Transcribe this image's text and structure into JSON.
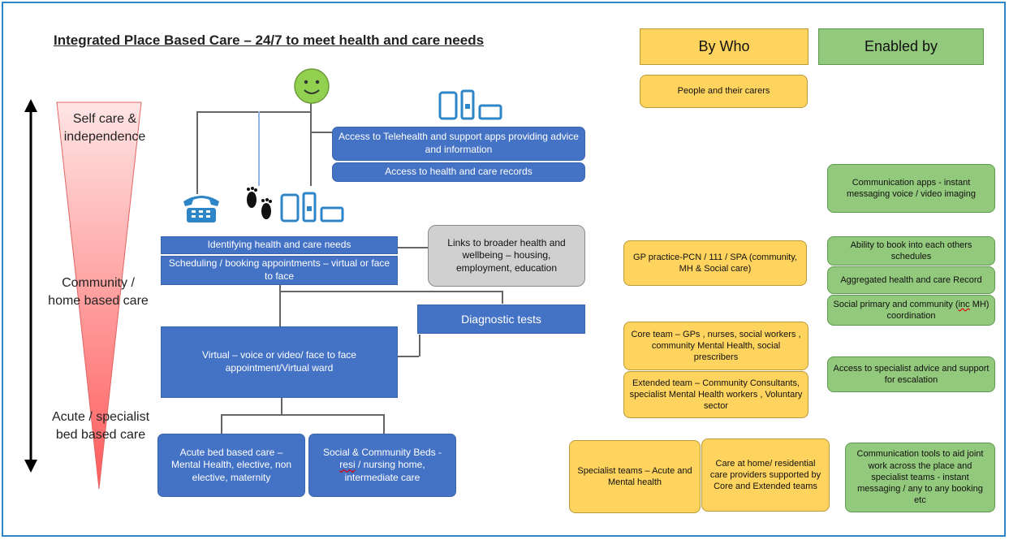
{
  "title": "Integrated Place Based Care – 24/7 to meet health and care needs",
  "left_axis": {
    "top_label": "Self care & independence",
    "middle_label": "Community / home based care",
    "bottom_label": "Acute / specialist bed based care"
  },
  "pathway": {
    "telehealth": "Access to Telehealth and support apps providing advice and information",
    "records": "Access to health and care records",
    "identifying": "Identifying health and care needs",
    "scheduling": "Scheduling / booking appointments – virtual or face to face",
    "links": "Links to broader health and wellbeing – housing, employment, education",
    "diagnostic": "Diagnostic tests",
    "virtual": "Virtual – voice or video/ face to face appointment/Virtual ward",
    "acute": "Acute bed based care – Mental Health, elective, non elective, maternity",
    "social_beds_pre": "Social & Community Beds - ",
    "social_beds_resi": "resi",
    "social_beds_post": " / nursing home, intermediate care"
  },
  "by_who": {
    "header": "By Who",
    "people": "People and their carers",
    "gp": "GP practice-PCN / 111 / SPA (community, MH & Social care)",
    "core_team": "Core team – GPs , nurses, social workers , community Mental Health, social prescribers",
    "extended_team": "Extended team – Community Consultants, specialist Mental Health workers , Voluntary sector",
    "specialist_teams": "Specialist teams – Acute and Mental health",
    "care_at_home": "Care at home/ residential care providers supported by Core and Extended teams"
  },
  "enabled_by": {
    "header": "Enabled by",
    "comm_apps": "Communication apps - instant messaging voice / video imaging",
    "book": "Ability to book into each others schedules",
    "aggregated": "Aggregated health and care Record",
    "social_pre": "Social primary and community (",
    "social_inc": "inc",
    "social_post": " MH) coordination",
    "specialist_advice": "Access to specialist advice and support for escalation",
    "comm_tools": "Communication tools to aid joint work across the place and specialist teams - instant messaging / any to any booking etc"
  },
  "colors": {
    "blue": "#4472c4",
    "yellow": "#ffd45e",
    "green": "#93c97c",
    "grey": "#d0d0d0",
    "icon_blue": "#2e86c8",
    "smiley": "#92d050",
    "triangle_red": "#ff6b6b"
  },
  "icons": [
    "smiley-face-icon",
    "mobile-phone-icon",
    "telephone-icon",
    "footprints-icon",
    "pager-icon"
  ]
}
